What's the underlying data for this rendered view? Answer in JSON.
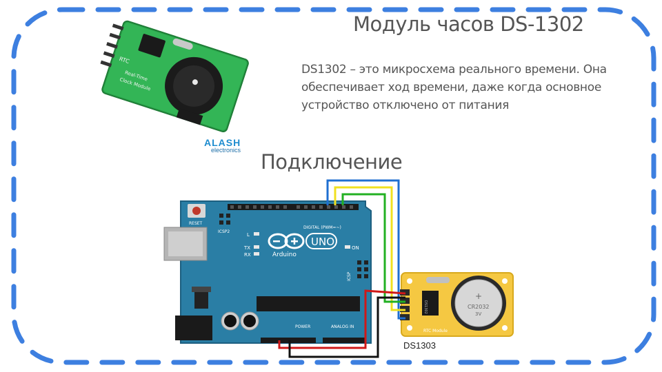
{
  "title": "Модуль часов DS-1302",
  "description": [
    "DS1302 – это микросхема реального времени. Она",
    "обеспечивает ход времени, даже когда основное",
    "устройство отключено от питания"
  ],
  "subtitle": "Подключение",
  "logo": {
    "brand": "ALASH",
    "sub": "electronics"
  },
  "photo_module_text": [
    "RTC",
    "Real-Time",
    "Clock Module"
  ],
  "board": {
    "name": "Arduino",
    "model": "UNO",
    "reset": "RESET",
    "icsp2": "ICSP2",
    "icsp": "ICSP",
    "on": "ON",
    "led_l": "L",
    "tx": "TX",
    "rx": "RX",
    "digital": "DIGITAL (PWM=~)",
    "power": "POWER",
    "analog": "ANALOG IN"
  },
  "rtc": {
    "battery": "CR2032",
    "battery_v": "3V",
    "battery_plus": "+",
    "label": "RTC Module",
    "chip": "DS1302"
  },
  "module_label": "DS1303",
  "colors": {
    "frame": "#3d7fe0",
    "board": "#2a7ea5",
    "rtc_board": "#f5c842",
    "wire_blue": "#1f6fd1",
    "wire_yellow": "#f0e020",
    "wire_green": "#22b022",
    "wire_red": "#d01818",
    "wire_black": "#111111"
  }
}
